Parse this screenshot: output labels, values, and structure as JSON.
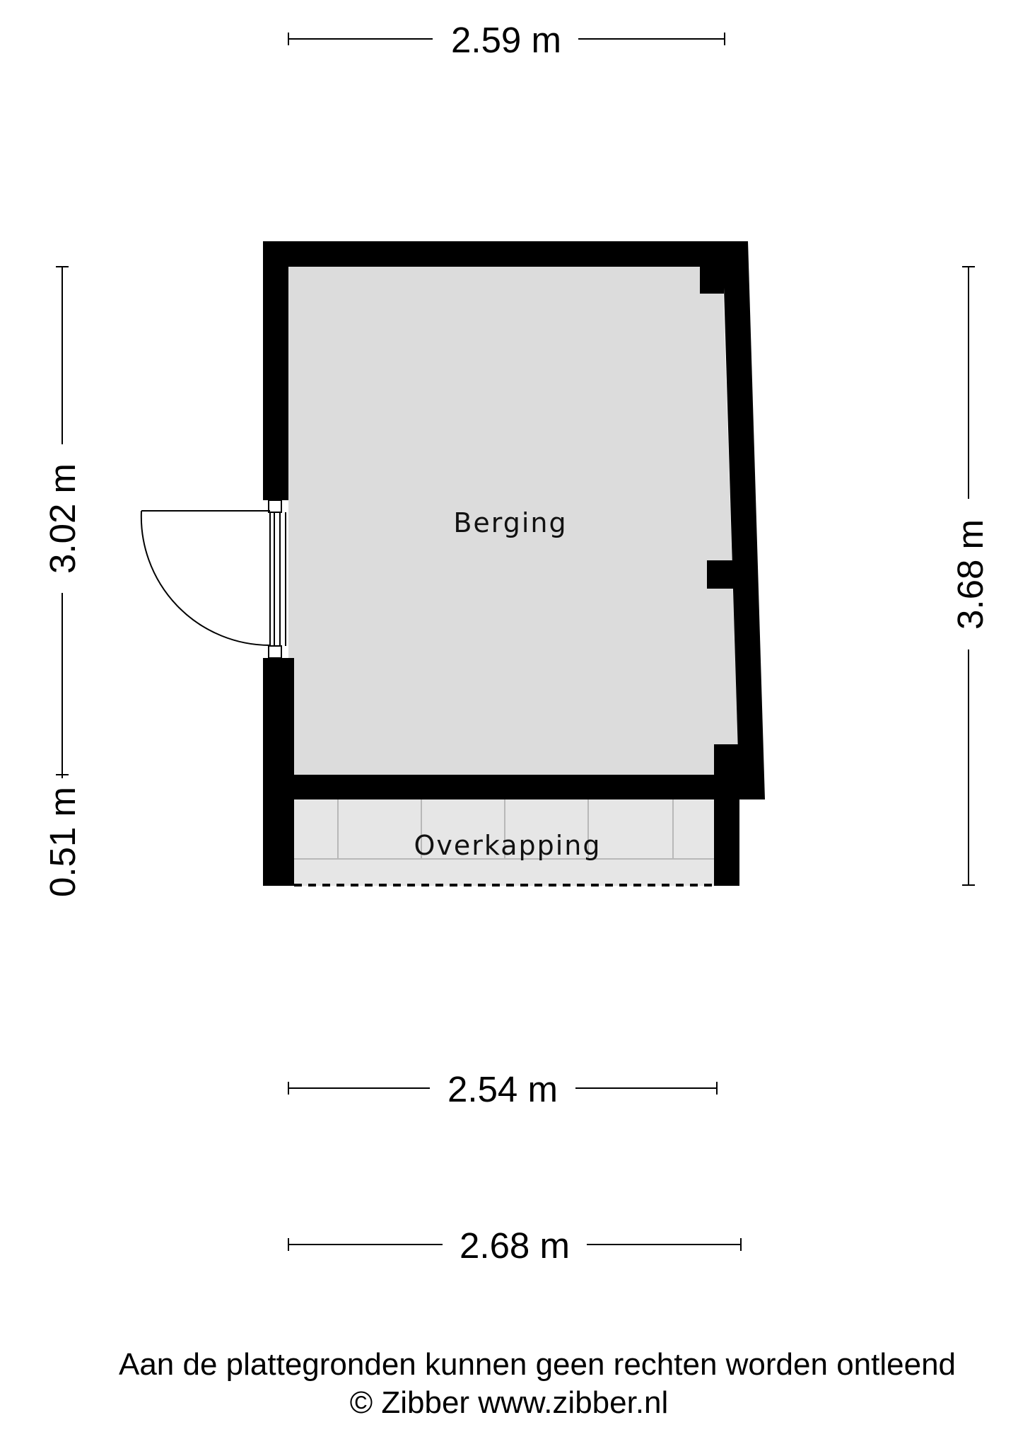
{
  "dimensions": {
    "top_width": "2.59 m",
    "left_height_berging": "3.02 m",
    "left_height_overkapping": "0.51 m",
    "right_height": "3.68 m",
    "bottom_inner_width": "2.54 m",
    "bottom_outer_width": "2.68 m"
  },
  "rooms": {
    "berging": "Berging",
    "overkapping": "Overkapping"
  },
  "footer": {
    "disclaimer": "Aan de plattegronden kunnen geen rechten worden ontleend",
    "copyright": "© Zibber www.zibber.nl"
  }
}
